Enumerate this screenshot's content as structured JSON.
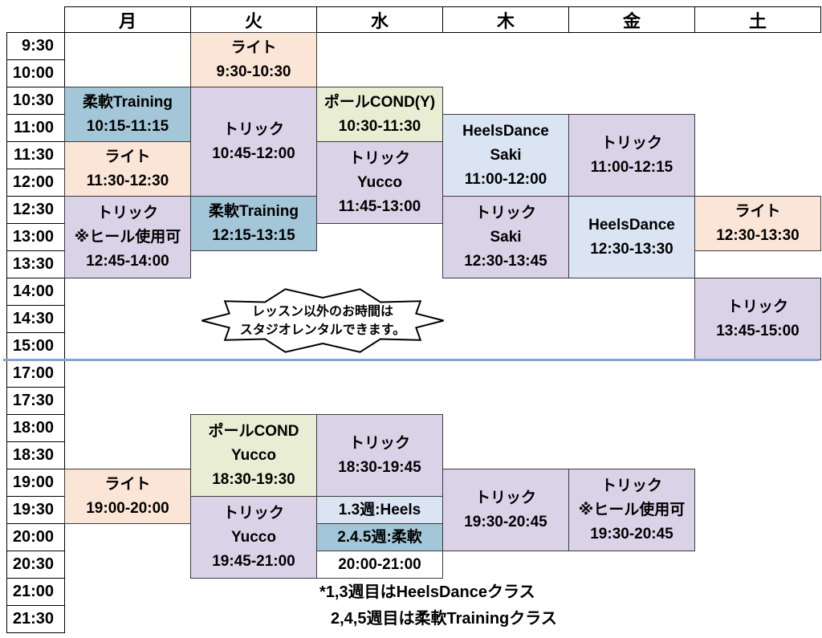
{
  "header": {
    "days": [
      "月",
      "火",
      "水",
      "木",
      "金",
      "土"
    ]
  },
  "times": [
    "9:30",
    "10:00",
    "10:30",
    "11:00",
    "11:30",
    "12:00",
    "12:30",
    "13:00",
    "13:30",
    "14:00",
    "14:30",
    "15:00",
    "17:00",
    "17:30",
    "18:00",
    "18:30",
    "19:00",
    "19:30",
    "20:00",
    "20:30",
    "21:00",
    "21:30"
  ],
  "colors": {
    "peach": "#fbe5d6",
    "blue": "#a3c6d8",
    "lavender": "#dad3e8",
    "green": "#e8edd3",
    "lightblue": "#dae4f2",
    "white": "#ffffff",
    "divider": "#87a3cf"
  },
  "blocks": [
    {
      "name": "tue-light-am",
      "day": 1,
      "row": 0,
      "span": 2,
      "color": "peach",
      "lines": [
        "ライト",
        "9:30-10:30"
      ]
    },
    {
      "name": "mon-flex-training-am",
      "day": 0,
      "row": 2,
      "span": 2,
      "color": "blue",
      "lines": [
        "柔軟Training",
        "10:15-11:15"
      ]
    },
    {
      "name": "tue-trick-am",
      "day": 1,
      "row": 2,
      "span": 4,
      "color": "lavender",
      "lines": [
        "トリック",
        "10:45-12:00"
      ]
    },
    {
      "name": "wed-pole-cond-am",
      "day": 2,
      "row": 2,
      "span": 2,
      "color": "green",
      "lines": [
        "ポールCOND(Y)",
        "10:30-11:30"
      ]
    },
    {
      "name": "mon-light-noon",
      "day": 0,
      "row": 4,
      "span": 2,
      "color": "peach",
      "lines": [
        "ライト",
        "11:30-12:30"
      ]
    },
    {
      "name": "wed-trick-noon",
      "day": 2,
      "row": 4,
      "span": 3,
      "color": "lavender",
      "lines": [
        "トリック",
        "Yucco",
        "11:45-13:00"
      ]
    },
    {
      "name": "thu-heelsdance-am",
      "day": 3,
      "row": 3,
      "span": 3,
      "color": "lightblue",
      "lines": [
        "HeelsDance",
        "Saki",
        "11:00-12:00"
      ]
    },
    {
      "name": "fri-trick-am",
      "day": 4,
      "row": 3,
      "span": 3,
      "color": "lavender",
      "lines": [
        "トリック",
        "11:00-12:15"
      ]
    },
    {
      "name": "mon-trick-noon",
      "day": 0,
      "row": 6,
      "span": 3,
      "color": "lavender",
      "lines": [
        "トリック",
        "※ヒール使用可",
        "12:45-14:00"
      ]
    },
    {
      "name": "tue-flex-training-noon",
      "day": 1,
      "row": 6,
      "span": 2,
      "color": "blue",
      "lines": [
        "柔軟Training",
        "12:15-13:15"
      ]
    },
    {
      "name": "thu-trick-noon",
      "day": 3,
      "row": 6,
      "span": 3,
      "color": "lavender",
      "lines": [
        "トリック",
        "Saki",
        "12:30-13:45"
      ]
    },
    {
      "name": "fri-heelsdance-noon",
      "day": 4,
      "row": 6,
      "span": 3,
      "color": "lightblue",
      "lines": [
        "HeelsDance",
        "12:30-13:30"
      ]
    },
    {
      "name": "sat-light-noon",
      "day": 5,
      "row": 6,
      "span": 2,
      "color": "peach",
      "lines": [
        "ライト",
        "12:30-13:30"
      ]
    },
    {
      "name": "sat-trick-pm",
      "day": 5,
      "row": 9,
      "span": 3,
      "color": "lavender",
      "lines": [
        "トリック",
        "13:45-15:00"
      ]
    },
    {
      "name": "tue-pole-cond-eve",
      "day": 1,
      "row": 14,
      "span": 3,
      "color": "green",
      "lines": [
        "ポールCOND",
        "Yucco",
        "18:30-19:30"
      ]
    },
    {
      "name": "wed-trick-eve",
      "day": 2,
      "row": 14,
      "span": 3,
      "color": "lavender",
      "lines": [
        "トリック",
        "18:30-19:45"
      ]
    },
    {
      "name": "mon-light-eve",
      "day": 0,
      "row": 16,
      "span": 2,
      "color": "peach",
      "lines": [
        "ライト",
        "19:00-20:00"
      ]
    },
    {
      "name": "tue-trick-eve",
      "day": 1,
      "row": 17,
      "span": 3,
      "color": "lavender",
      "lines": [
        "トリック",
        "Yucco",
        "19:45-21:00"
      ]
    },
    {
      "name": "wed-heels-week13",
      "day": 2,
      "row": 17,
      "span": 1,
      "color": "lightblue",
      "lines": [
        "1.3週:Heels"
      ]
    },
    {
      "name": "wed-flex-week245",
      "day": 2,
      "row": 18,
      "span": 1,
      "color": "blue",
      "lines": [
        "2.4.5週:柔軟"
      ]
    },
    {
      "name": "wed-eve-time",
      "day": 2,
      "row": 19,
      "span": 1,
      "color": "white",
      "lines": [
        "20:00-21:00"
      ]
    },
    {
      "name": "thu-trick-eve",
      "day": 3,
      "row": 16,
      "span": 3,
      "color": "lavender",
      "lines": [
        "トリック",
        "19:30-20:45"
      ]
    },
    {
      "name": "fri-trick-eve",
      "day": 4,
      "row": 16,
      "span": 3,
      "color": "lavender",
      "lines": [
        "トリック",
        "※ヒール使用可",
        "19:30-20:45"
      ]
    }
  ],
  "bubble": {
    "lines": [
      "レッスン以外のお時間は",
      "スタジオレンタルできます。"
    ]
  },
  "notes": [
    "*1,3週目はHeelsDanceクラス",
    "2,4,5週目は柔軟Trainingクラス"
  ]
}
